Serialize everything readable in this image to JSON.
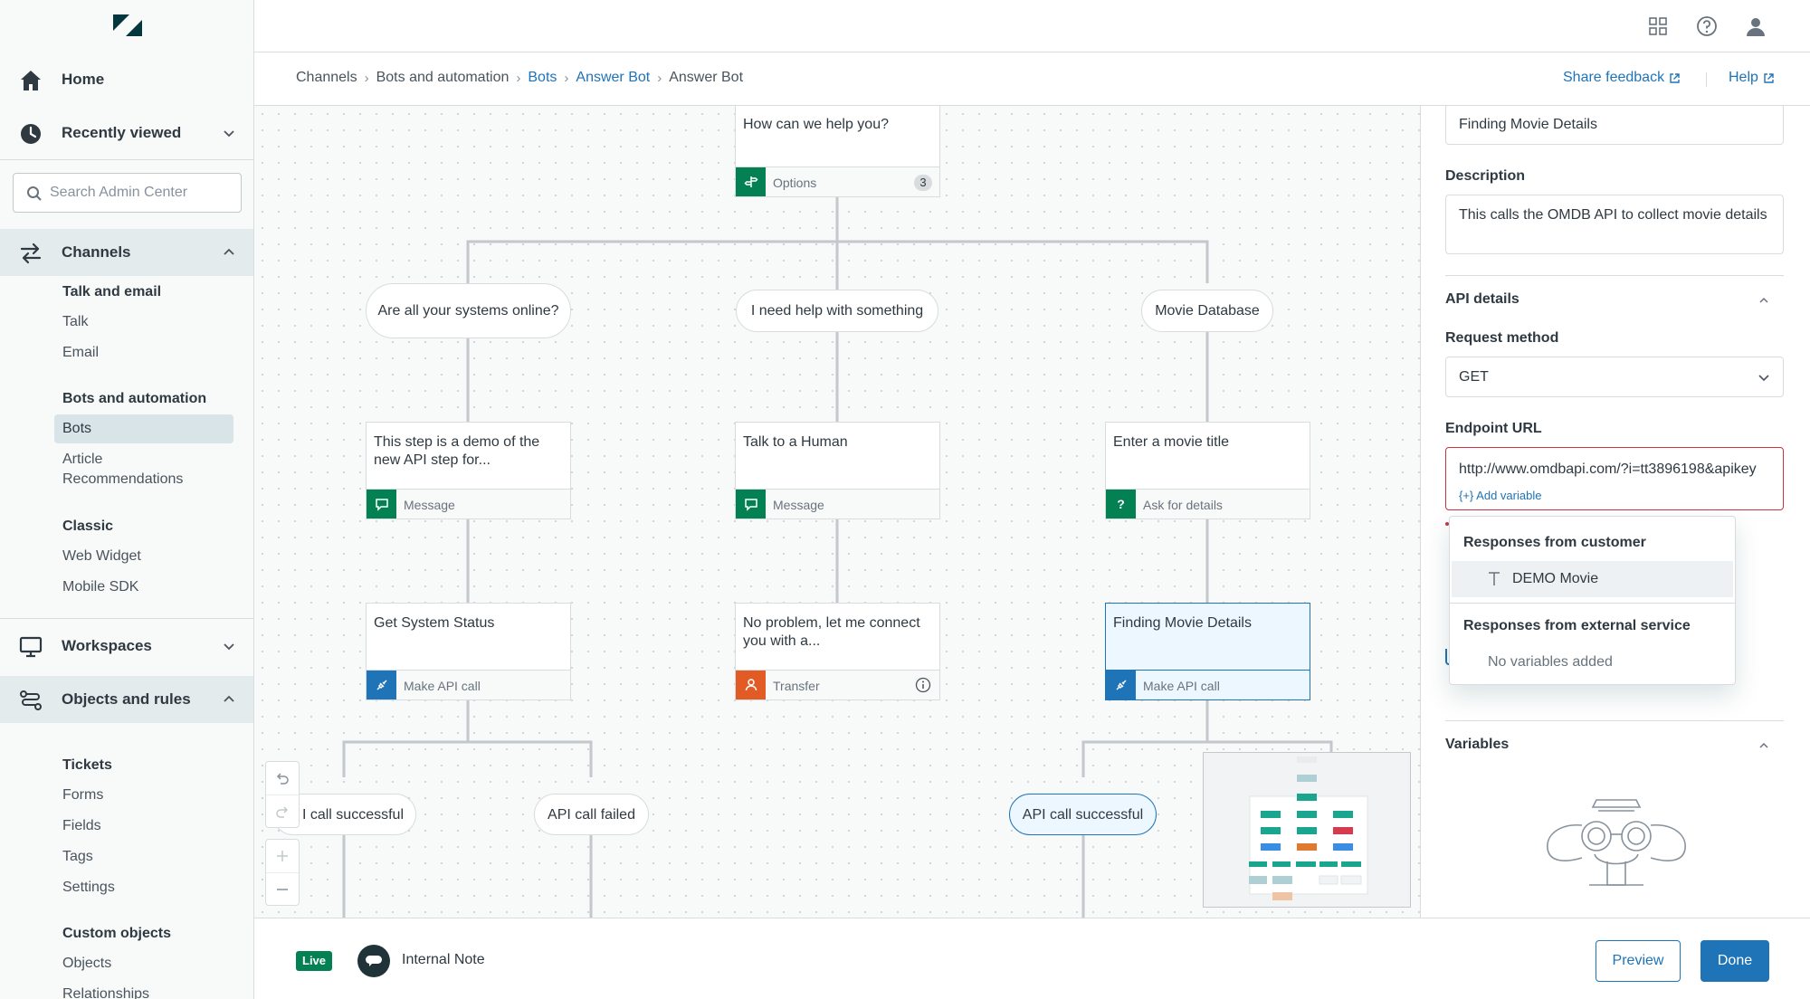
{
  "app": {
    "name": "Zendesk Admin Center"
  },
  "sidebar": {
    "home": "Home",
    "recently_viewed": "Recently viewed",
    "search_placeholder": "Search Admin Center",
    "channels": "Channels",
    "talk_email_header": "Talk and email",
    "talk": "Talk",
    "email": "Email",
    "bots_header": "Bots and automation",
    "bots": "Bots",
    "article_recommendations": "Article Recommendations",
    "classic_header": "Classic",
    "web_widget": "Web Widget",
    "mobile_sdk": "Mobile SDK",
    "workspaces": "Workspaces",
    "objects_rules": "Objects and rules",
    "tickets_header": "Tickets",
    "forms": "Forms",
    "fields": "Fields",
    "tags": "Tags",
    "settings": "Settings",
    "custom_objects_header": "Custom objects",
    "objects": "Objects",
    "relationships": "Relationships"
  },
  "topbar": {
    "icons": [
      "products-grid-icon",
      "help-icon",
      "user-icon"
    ]
  },
  "breadcrumb": {
    "items": [
      "Channels",
      "Bots and automation",
      "Bots",
      "Answer Bot",
      "Answer Bot"
    ],
    "share_feedback": "Share feedback",
    "help": "Help"
  },
  "canvas": {
    "root": {
      "text": "How can we help you?",
      "footer": "Options",
      "count": "3"
    },
    "options": [
      "Are all your systems online?",
      "I need help with something",
      "Movie Database"
    ],
    "steps": [
      {
        "text": "This step is a demo of the new API step for...",
        "footer": "Message"
      },
      {
        "text": "Talk to a Human",
        "footer": "Message"
      },
      {
        "text": "Enter a movie title",
        "footer": "Ask for details"
      }
    ],
    "steps2": [
      {
        "text": "Get System Status",
        "footer": "Make API call"
      },
      {
        "text": "No problem, let me connect you with a...",
        "footer": "Transfer"
      },
      {
        "text": "Finding Movie Details",
        "footer": "Make API call"
      }
    ],
    "outcomes": [
      "I call successful",
      "API call failed",
      "API call successful"
    ]
  },
  "panel": {
    "name_value": "Finding Movie Details",
    "description_label": "Description",
    "description_value": "This calls the OMDB API to collect movie details",
    "api_details": "API details",
    "request_method_label": "Request method",
    "request_method_value": "GET",
    "endpoint_label": "Endpoint URL",
    "endpoint_value": "http://www.omdbapi.com/?i=tt3896198&apikey",
    "add_variable": "{+} Add variable",
    "dropdown": {
      "customer_header": "Responses from customer",
      "customer_item": "DEMO Movie",
      "external_header": "Responses from external service",
      "external_empty": "No variables added"
    },
    "variables_label": "Variables"
  },
  "footer": {
    "live": "Live",
    "channel": "Internal Note",
    "preview": "Preview",
    "done": "Done"
  },
  "colors": {
    "brand_blue": "#1f73b7",
    "teal": "#038153",
    "orange": "#e35b24",
    "selected_bg": "#edf7ff",
    "error_red": "#cc3340"
  }
}
